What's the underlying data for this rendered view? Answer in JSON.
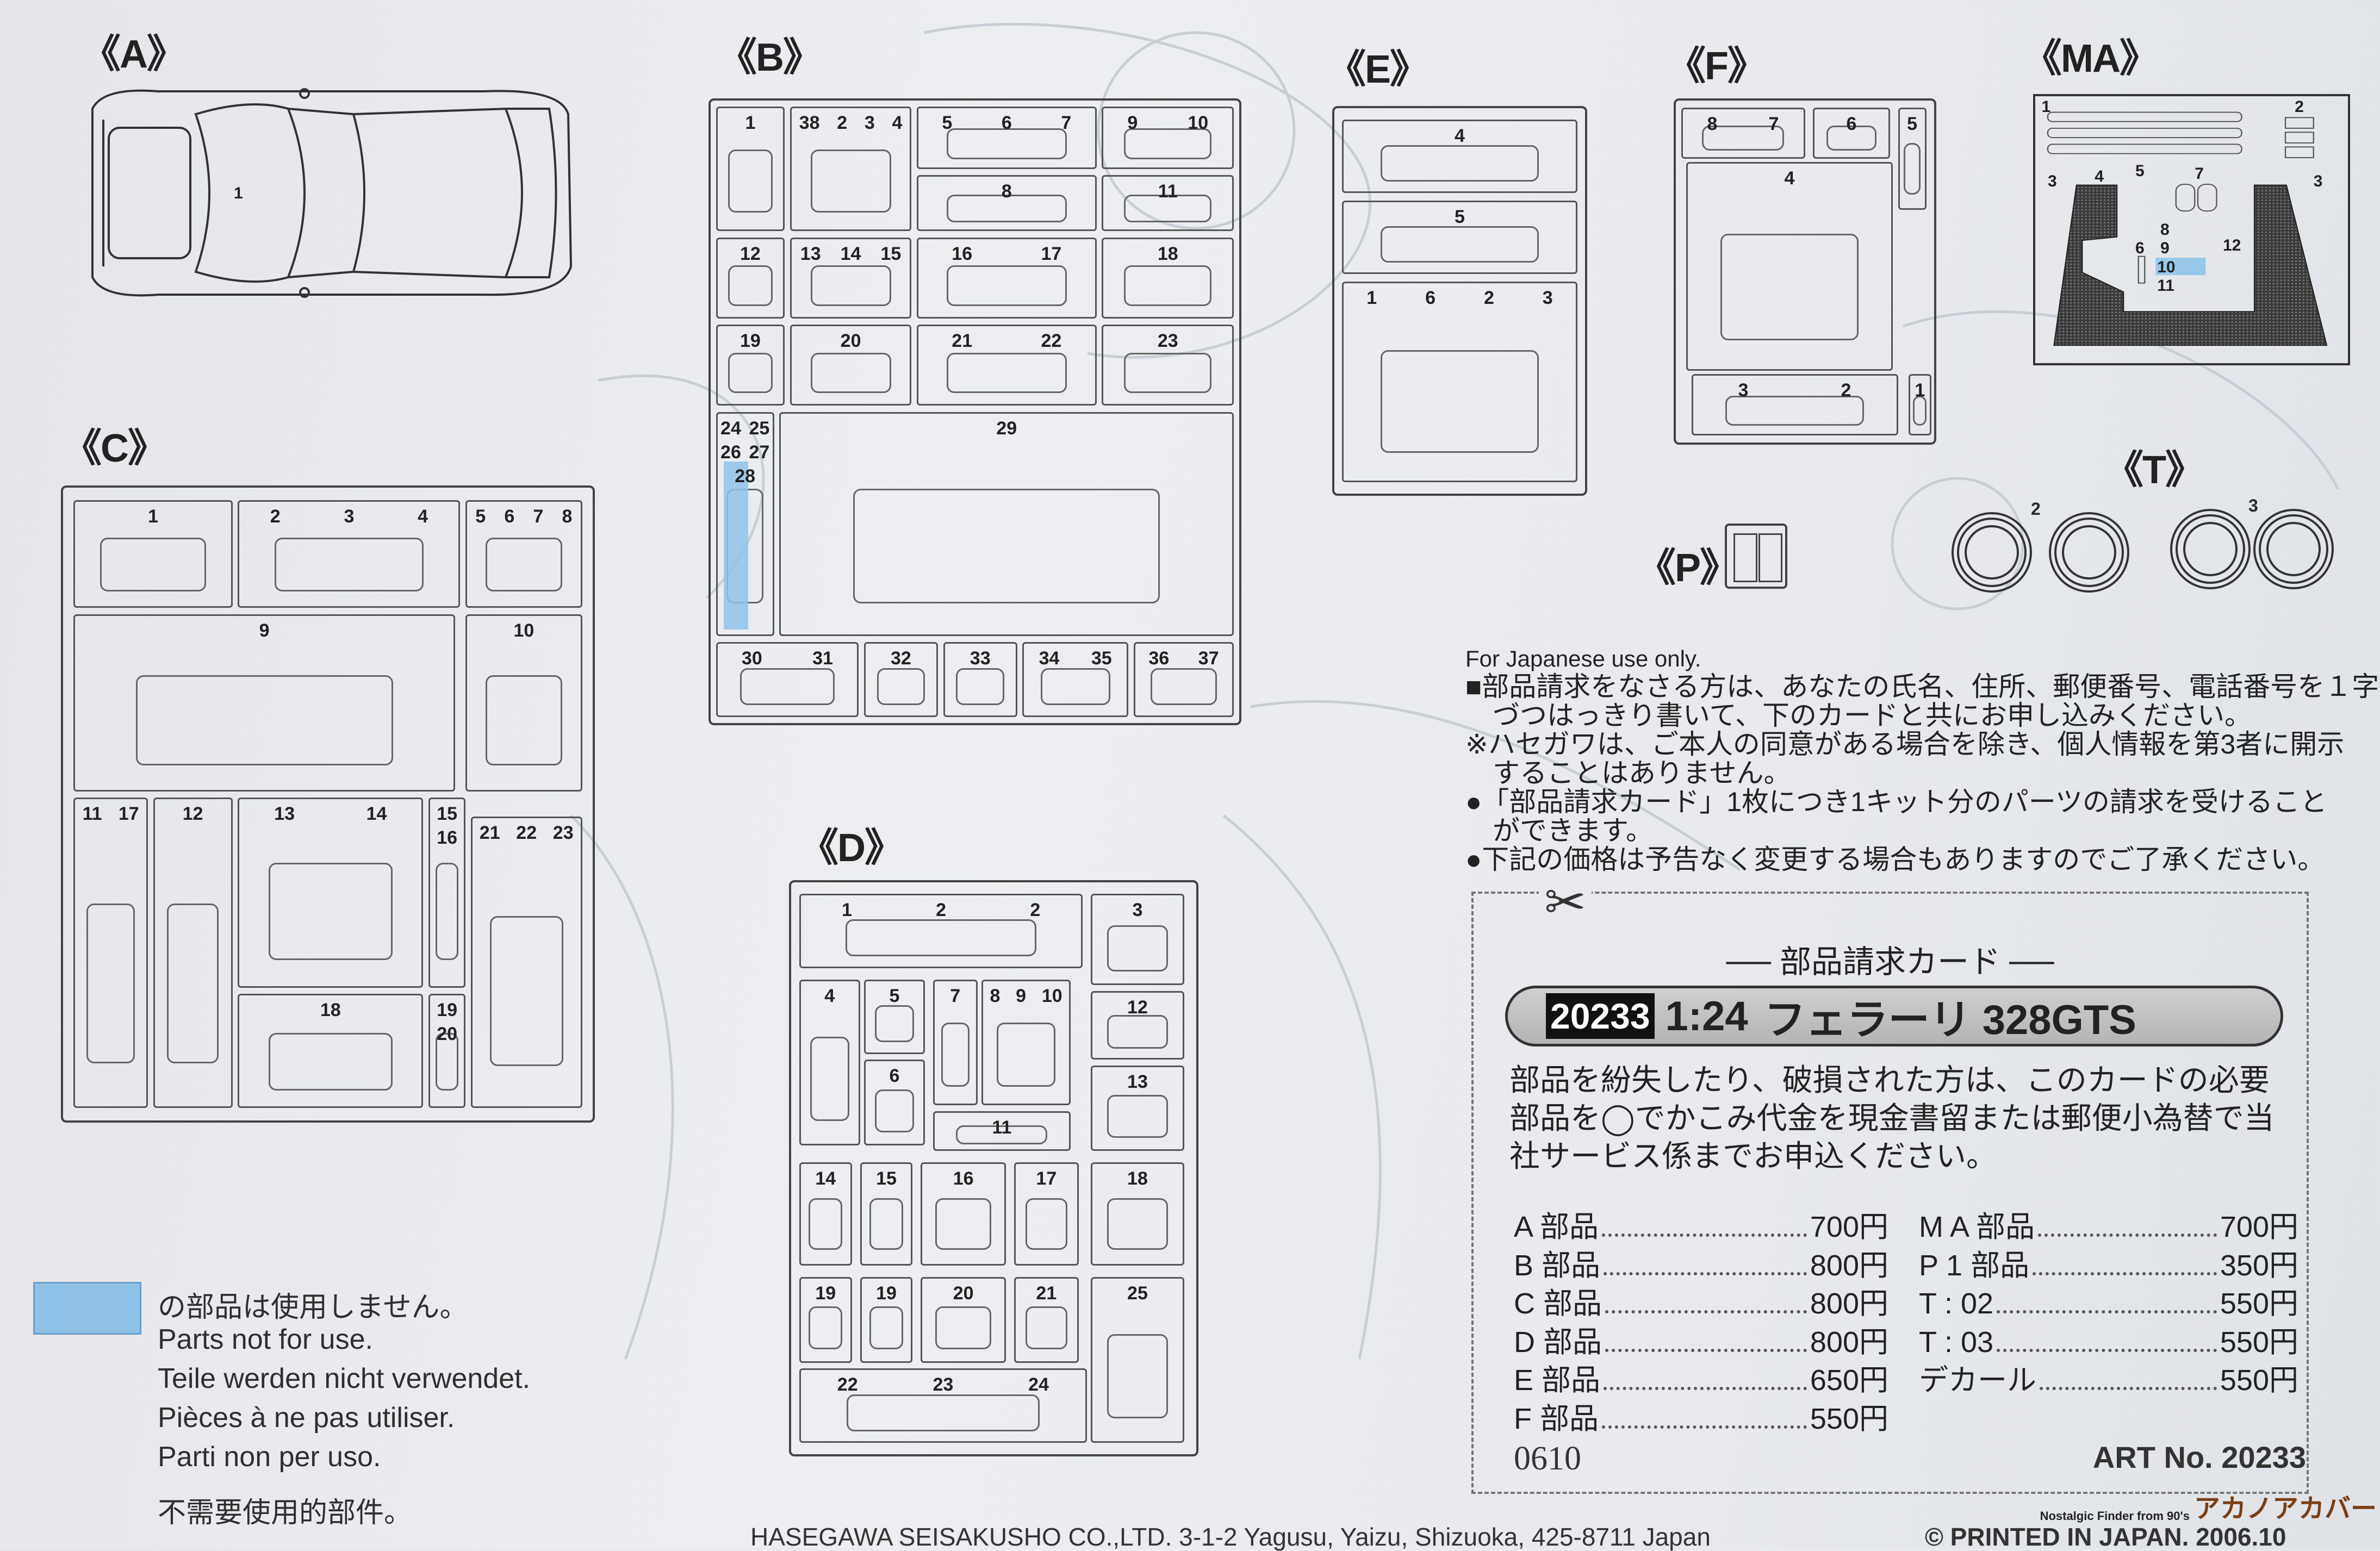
{
  "headings": {
    "A": "《A》",
    "B": "《B》",
    "C": "《C》",
    "D": "《D》",
    "E": "《E》",
    "F": "《F》",
    "MA": "《MA》",
    "T": "《T》",
    "P": "《P》"
  },
  "sprue_a": {
    "part_label": "1"
  },
  "sprues": {
    "B": {
      "cells": [
        [
          "1"
        ],
        [
          "38",
          "2",
          "3",
          "4"
        ],
        [
          "5",
          "6",
          "7"
        ],
        [
          "9",
          "10"
        ],
        [
          "8"
        ],
        [
          "11"
        ],
        [
          "12"
        ],
        [
          "13",
          "14",
          "15"
        ],
        [
          "16",
          "17"
        ],
        [
          "18"
        ],
        [
          "19"
        ],
        [
          "20"
        ],
        [
          "21",
          "22"
        ],
        [
          "23"
        ],
        [
          "24",
          "25",
          "26",
          "27",
          "28"
        ],
        [
          "29"
        ],
        [
          "30",
          "31"
        ],
        [
          "32"
        ],
        [
          "33"
        ],
        [
          "34",
          "35"
        ],
        [
          "36",
          "37"
        ]
      ]
    },
    "C": {
      "cells": [
        [
          "1"
        ],
        [
          "2",
          "3",
          "4"
        ],
        [
          "5",
          "6",
          "7",
          "8"
        ],
        [
          "9"
        ],
        [
          "10"
        ],
        [
          "11",
          "17"
        ],
        [
          "12"
        ],
        [
          "13",
          "14"
        ],
        [
          "15",
          "16"
        ],
        [
          "18"
        ],
        [
          "19",
          "20"
        ],
        [
          "21",
          "22",
          "23"
        ]
      ]
    },
    "D": {
      "cells": [
        [
          "1",
          "2",
          "2"
        ],
        [
          "3"
        ],
        [
          "4"
        ],
        [
          "5"
        ],
        [
          "6"
        ],
        [
          "7"
        ],
        [
          "8",
          "9",
          "10"
        ],
        [
          "11"
        ],
        [
          "12"
        ],
        [
          "13"
        ],
        [
          "14"
        ],
        [
          "15"
        ],
        [
          "16"
        ],
        [
          "17"
        ],
        [
          "18"
        ],
        [
          "19"
        ],
        [
          "19"
        ],
        [
          "20"
        ],
        [
          "21"
        ],
        [
          "25"
        ],
        [
          "22",
          "23",
          "24"
        ]
      ]
    },
    "E": {
      "cells": [
        [
          "4"
        ],
        [
          "5"
        ],
        [
          "1",
          "6",
          "2",
          "3"
        ]
      ]
    },
    "F": {
      "cells": [
        [
          "8",
          "7"
        ],
        [
          "6"
        ],
        [
          "5"
        ],
        [
          "4"
        ],
        [
          "3",
          "2"
        ],
        [
          "1"
        ]
      ]
    }
  },
  "decal_ma": {
    "labels": [
      "1",
      "2",
      "3",
      "3",
      "4",
      "5",
      "7",
      "8",
      "6",
      "9",
      "10",
      "11",
      "12"
    ],
    "highlight_label": "10"
  },
  "tires_t": {
    "labels": [
      "2",
      "3"
    ]
  },
  "notes": {
    "english": "For Japanese use only.",
    "lines": [
      "■部品請求をなさる方は、あなたの氏名、住所、郵便番号、電話番号を１字",
      "　づつはっきり書いて、下のカードと共にお申し込みください。",
      "※ハセガワは、ご本人の同意がある場合を除き、個人情報を第3者に開示",
      "　することはありません。",
      "●「部品請求カード」1枚につき1キット分のパーツの請求を受けること",
      "　ができます。",
      "●下記の価格は予告なく変更する場合もありますのでご了承ください。"
    ]
  },
  "card": {
    "title": "── 部品請求カード ──",
    "kit_number": "20233",
    "scale": "1:24",
    "kit_name": "フェラーリ 328GTS",
    "paragraph": [
      "部品を紛失したり、破損された方は、このカードの必要",
      "部品を◯でかこみ代金を現金書留または郵便小為替で当",
      "社サービス係までお申込ください。"
    ],
    "prices_left": [
      {
        "label": "A 部品",
        "price": "700円"
      },
      {
        "label": "B 部品",
        "price": "800円"
      },
      {
        "label": "C 部品",
        "price": "800円"
      },
      {
        "label": "D 部品",
        "price": "800円"
      },
      {
        "label": "E 部品",
        "price": "650円"
      },
      {
        "label": "F 部品",
        "price": "550円"
      }
    ],
    "prices_right": [
      {
        "label": "M A 部品",
        "price": "700円"
      },
      {
        "label": "P 1 部品",
        "price": "350円"
      },
      {
        "label": "T : 02",
        "price": "550円"
      },
      {
        "label": "T : 03",
        "price": "550円"
      },
      {
        "label": "デカール",
        "price": "550円"
      }
    ],
    "code": "0610",
    "art_no": "ART No. 20233"
  },
  "legend": {
    "color": "#90c2e8",
    "lines": [
      "の部品は使用しません。",
      "Parts not for use.",
      "Teile werden nicht verwendet.",
      "Pièces à ne pas utiliser.",
      "Parti non per uso.",
      "不需要使用的部件。"
    ]
  },
  "footer": {
    "address": "HASEGAWA SEISAKUSHO CO.,LTD. 3-1-2 Yagusu, Yaizu, Shizuoka, 425-8711 Japan",
    "printed": "© PRINTED IN JAPAN. 2006.10"
  },
  "watermark": {
    "small": "Nostalgic Finder from 90's",
    "logo": "アカノアカバー"
  }
}
